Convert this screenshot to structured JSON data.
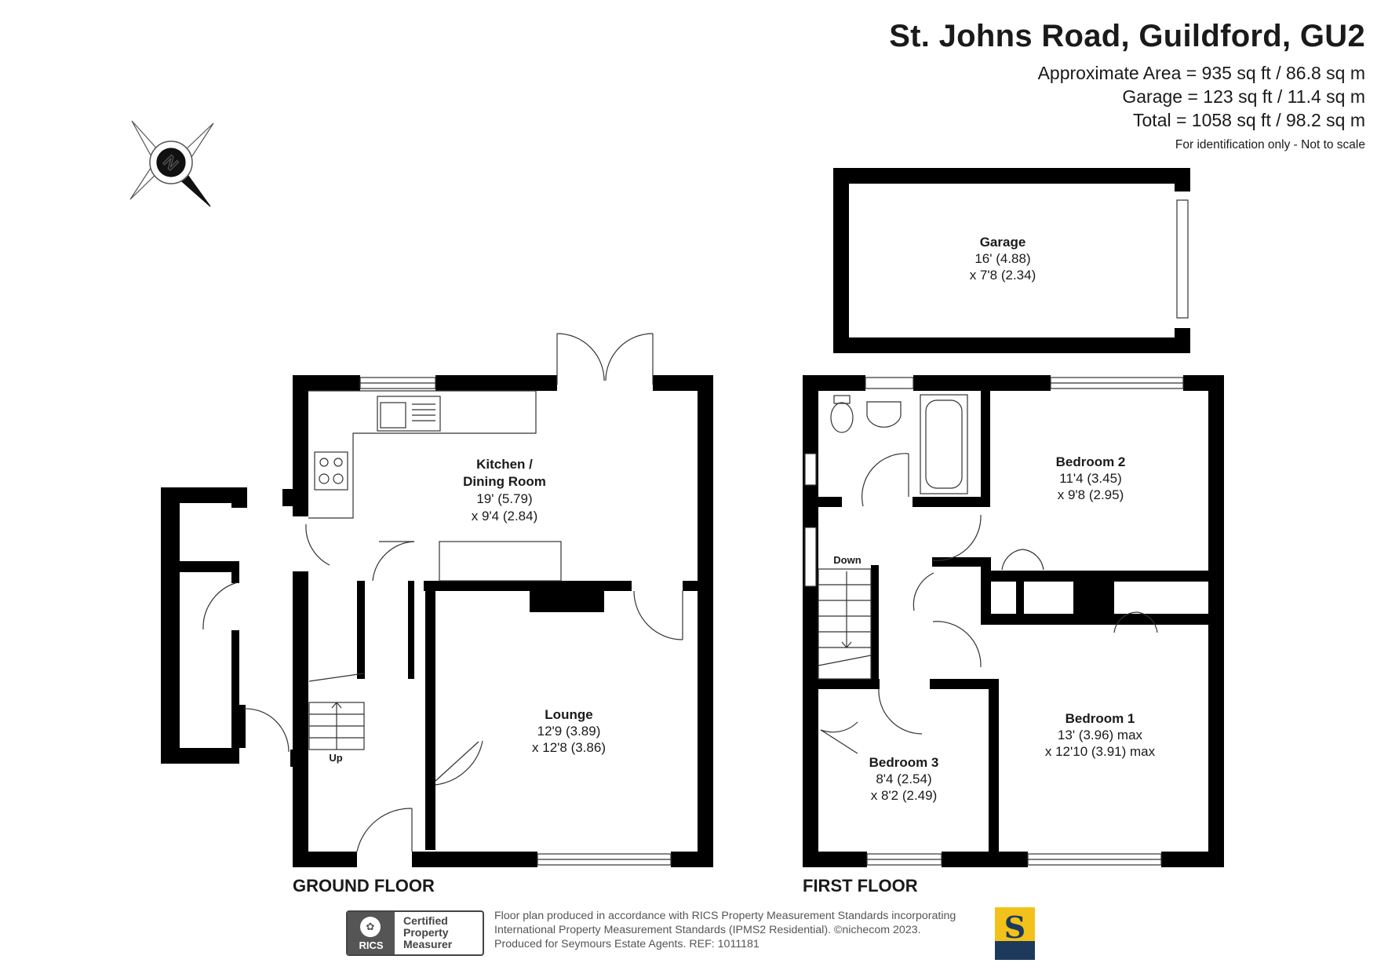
{
  "header": {
    "title": "St. Johns Road, Guildford, GU2",
    "approx_area": "Approximate Area = 935 sq ft / 86.8 sq m",
    "garage_area": "Garage = 123 sq ft / 11.4 sq m",
    "total_area": "Total = 1058 sq ft / 98.2 sq m",
    "disclaimer": "For identification only - Not to scale"
  },
  "compass": {
    "label": "N"
  },
  "floors": {
    "ground": {
      "label": "GROUND FLOOR",
      "rooms": {
        "kitchen": {
          "name_line1": "Kitchen /",
          "name_line2": "Dining Room",
          "dim1": "19' (5.79)",
          "dim2": "x 9'4 (2.84)"
        },
        "lounge": {
          "name": "Lounge",
          "dim1": "12'9 (3.89)",
          "dim2": "x 12'8 (3.86)"
        }
      },
      "stairs_label": "Up"
    },
    "first": {
      "label": "FIRST FLOOR",
      "rooms": {
        "bedroom2": {
          "name": "Bedroom 2",
          "dim1": "11'4 (3.45)",
          "dim2": "x 9'8 (2.95)"
        },
        "bedroom1": {
          "name": "Bedroom 1",
          "dim1": "13' (3.96) max",
          "dim2": "x 12'10 (3.91) max"
        },
        "bedroom3": {
          "name": "Bedroom 3",
          "dim1": "8'4 (2.54)",
          "dim2": "x 8'2 (2.49)"
        }
      },
      "stairs_label": "Down"
    },
    "garage": {
      "name": "Garage",
      "dim1": "16' (4.88)",
      "dim2": "x 7'8 (2.34)"
    }
  },
  "footer": {
    "line1": "Floor plan produced in accordance with RICS Property Measurement Standards incorporating",
    "line2": "International Property Measurement Standards (IPMS2 Residential).  ©nichecom 2023.",
    "line3": "Produced for Seymours Estate Agents.   REF: 1011181",
    "rics_logo_text": "RICS",
    "rics_line1": "Certified",
    "rics_line2": "Property",
    "rics_line3": "Measurer",
    "seymours_logo_letter": "S"
  },
  "colors": {
    "wall": "#000000",
    "text": "#1a1a1a",
    "seymours_yellow": "#f2c21a",
    "seymours_navy": "#1d3a5c"
  }
}
